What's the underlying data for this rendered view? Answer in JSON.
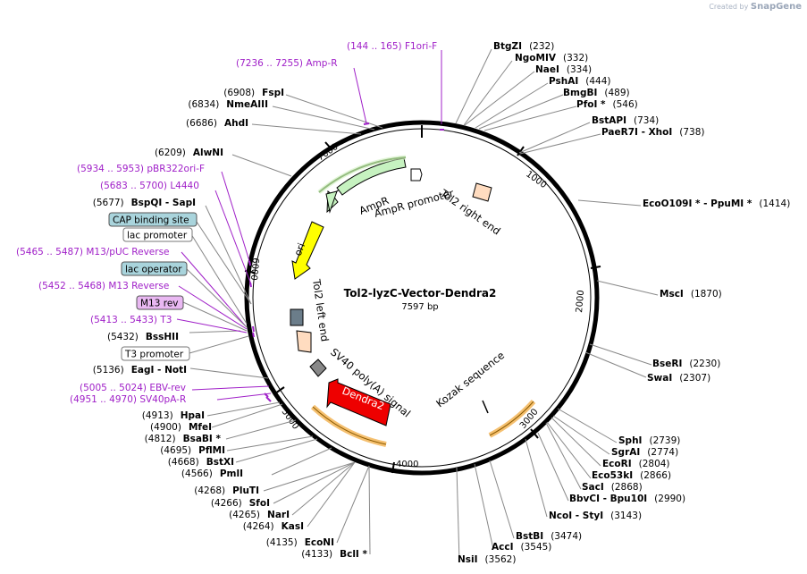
{
  "credit": {
    "prefix": "Created by",
    "brand": "SnapGene"
  },
  "plasmid": {
    "name": "Tol2-lyzC-Vector-Dendra2",
    "size_label": "7597 bp"
  },
  "ticks": [
    "1000",
    "2000",
    "3000",
    "4000",
    "5000",
    "6000",
    "7000"
  ],
  "right_sites": [
    {
      "name": "BtgZI",
      "pos": "(232)"
    },
    {
      "name": "NgoMIV",
      "pos": "(332)"
    },
    {
      "name": "NaeI",
      "pos": "(334)"
    },
    {
      "name": "PshAI",
      "pos": "(444)"
    },
    {
      "name": "BmgBI",
      "pos": "(489)"
    },
    {
      "name": "PfoI *",
      "pos": "(546)"
    },
    {
      "name": "BstAPI",
      "pos": "(734)"
    },
    {
      "name": "PaeR7I  - XhoI",
      "pos": "(738)"
    },
    {
      "name": "EcoO109I *  - PpuMI *",
      "pos": "(1414)"
    },
    {
      "name": "MscI",
      "pos": "(1870)"
    },
    {
      "name": "BseRI",
      "pos": "(2230)"
    },
    {
      "name": "SwaI",
      "pos": "(2307)"
    },
    {
      "name": "SphI",
      "pos": "(2739)"
    },
    {
      "name": "SgrAI",
      "pos": "(2774)"
    },
    {
      "name": "EcoRI",
      "pos": "(2804)"
    },
    {
      "name": "Eco53kI",
      "pos": "(2866)"
    },
    {
      "name": "SacI",
      "pos": "(2868)"
    },
    {
      "name": "BbvCI  - Bpu10I",
      "pos": "(2990)"
    },
    {
      "name": "NcoI  - StyI",
      "pos": "(3143)"
    },
    {
      "name": "BstBI",
      "pos": "(3474)"
    },
    {
      "name": "AccI",
      "pos": "(3545)"
    },
    {
      "name": "NsiI",
      "pos": "(3562)"
    }
  ],
  "left_sites": [
    {
      "name": "FspI",
      "pos": "(6908)"
    },
    {
      "name": "NmeAIII",
      "pos": "(6834)"
    },
    {
      "name": "AhdI",
      "pos": "(6686)"
    },
    {
      "name": "AlwNI",
      "pos": "(6209)"
    },
    {
      "name": "BspQI  - SapI",
      "pos": "(5677)"
    },
    {
      "name": "BssHII",
      "pos": "(5432)"
    },
    {
      "name": "EagI  - NotI",
      "pos": "(5136)"
    },
    {
      "name": "HpaI",
      "pos": "(4913)"
    },
    {
      "name": "MfeI",
      "pos": "(4900)"
    },
    {
      "name": "BsaBI *",
      "pos": "(4812)"
    },
    {
      "name": "PflMI",
      "pos": "(4695)"
    },
    {
      "name": "BstXI",
      "pos": "(4668)"
    },
    {
      "name": "PmlI",
      "pos": "(4566)"
    },
    {
      "name": "PluTI",
      "pos": "(4268)"
    },
    {
      "name": "SfoI",
      "pos": "(4266)"
    },
    {
      "name": "NarI",
      "pos": "(4265)"
    },
    {
      "name": "KasI",
      "pos": "(4264)"
    },
    {
      "name": "EcoNI",
      "pos": "(4135)"
    },
    {
      "name": "BclI *",
      "pos": "(4133)"
    }
  ],
  "primer_labels": [
    {
      "text": "(144 .. 165)  F1ori-F"
    },
    {
      "text": "(7236 .. 7255)  Amp-R"
    },
    {
      "text": "(5934 .. 5953)  pBR322ori-F"
    },
    {
      "text": "(5683 .. 5700)  L4440"
    },
    {
      "text": "(5465 .. 5487)  M13/pUC Reverse"
    },
    {
      "text": "(5452 .. 5468)  M13 Reverse"
    },
    {
      "text": "(5413 .. 5433)  T3"
    },
    {
      "text": "(5005 .. 5024)  EBV-rev"
    },
    {
      "text": "(4951 .. 4970)  SV40pA-R"
    }
  ],
  "boxed_labels": [
    {
      "text": "CAP binding site",
      "fill": "#a9d4dc"
    },
    {
      "text": "lac promoter",
      "fill": "#ffffff"
    },
    {
      "text": "lac operator",
      "fill": "#a9d4dc"
    },
    {
      "text": "M13 rev",
      "fill": "#e9b8f2"
    },
    {
      "text": "T3 promoter",
      "fill": "#ffffff"
    }
  ],
  "features": {
    "ampr": "AmpR",
    "ampr_promoter": "AmpR promoter",
    "tol2_right": "Tol2 right end",
    "ori": "ori",
    "tol2_left": "Tol2 left end",
    "sv40": "SV40 poly(A) signal",
    "dendra2": "Dendra2",
    "kozak": "Kozak sequence"
  },
  "colors": {
    "feature_label": "#a020c8",
    "ampr_fill": "#c6f2c0",
    "ori_fill": "#ffff00",
    "dendra_fill": "#ee0000",
    "orange_arc": "#f5c070",
    "promoter_fill": "#ffdcc0"
  }
}
